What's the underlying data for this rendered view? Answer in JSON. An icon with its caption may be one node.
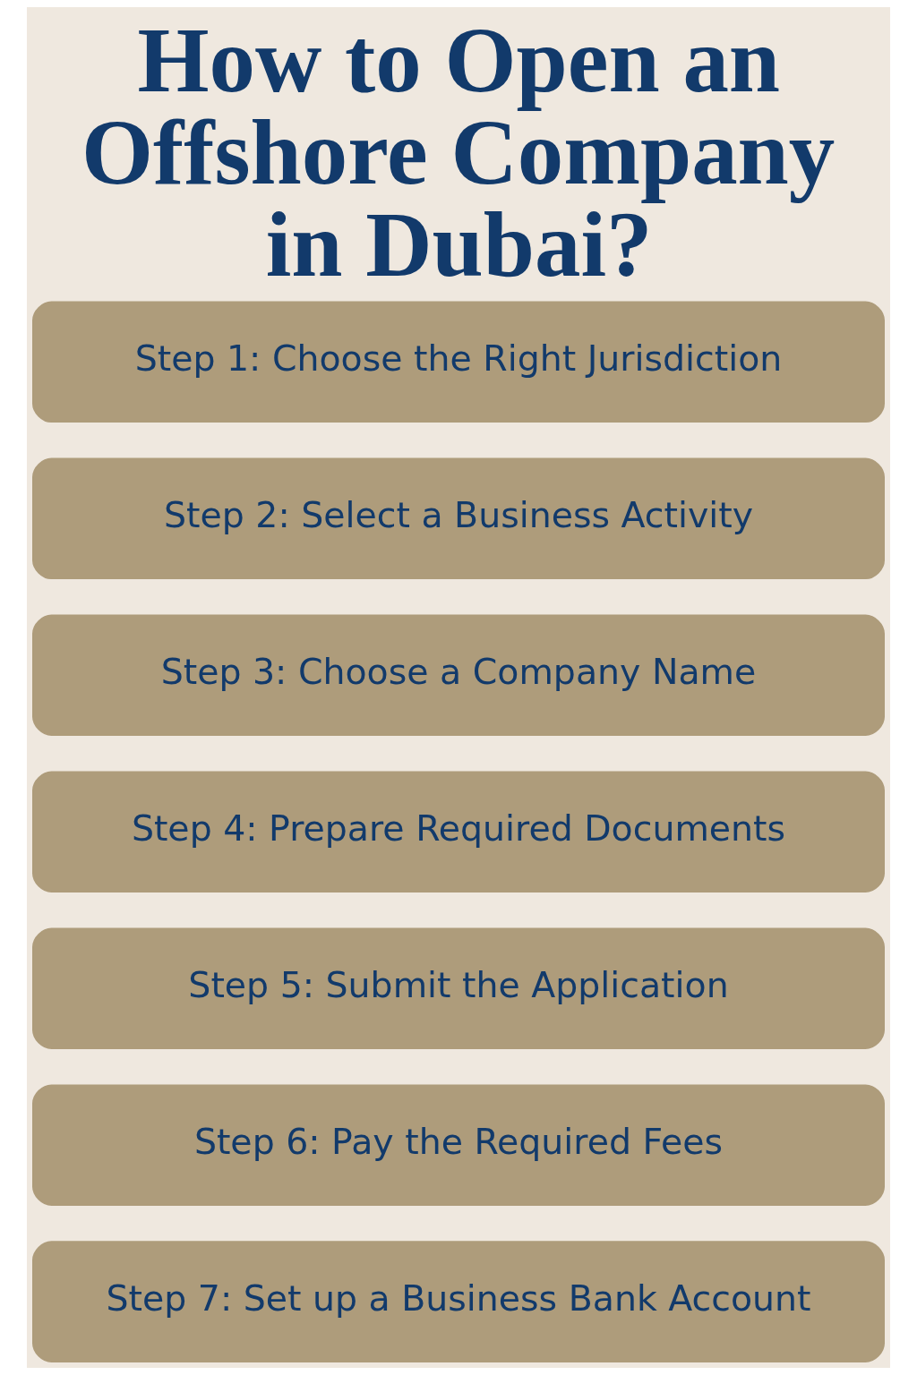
{
  "diagram": {
    "title": "How to Open an Offshore Company in Dubai?",
    "nodes": [
      {
        "text": [
          "Step 1: Choose the Right Jurisdiction"
        ]
      },
      {
        "text": [
          "Step 2: Select a Business Activity"
        ]
      },
      {
        "text": [
          "Step 3: Choose a Company Name"
        ]
      },
      {
        "text": [
          "Step 4: Prepare Required Documents"
        ]
      },
      {
        "text": [
          "Step 5: Submit the Application"
        ]
      },
      {
        "text": [
          "Step 6: Pay the Required Fees"
        ]
      },
      {
        "text": [
          "Step 7: Set up a Business Bank Account"
        ]
      }
    ]
  }
}
